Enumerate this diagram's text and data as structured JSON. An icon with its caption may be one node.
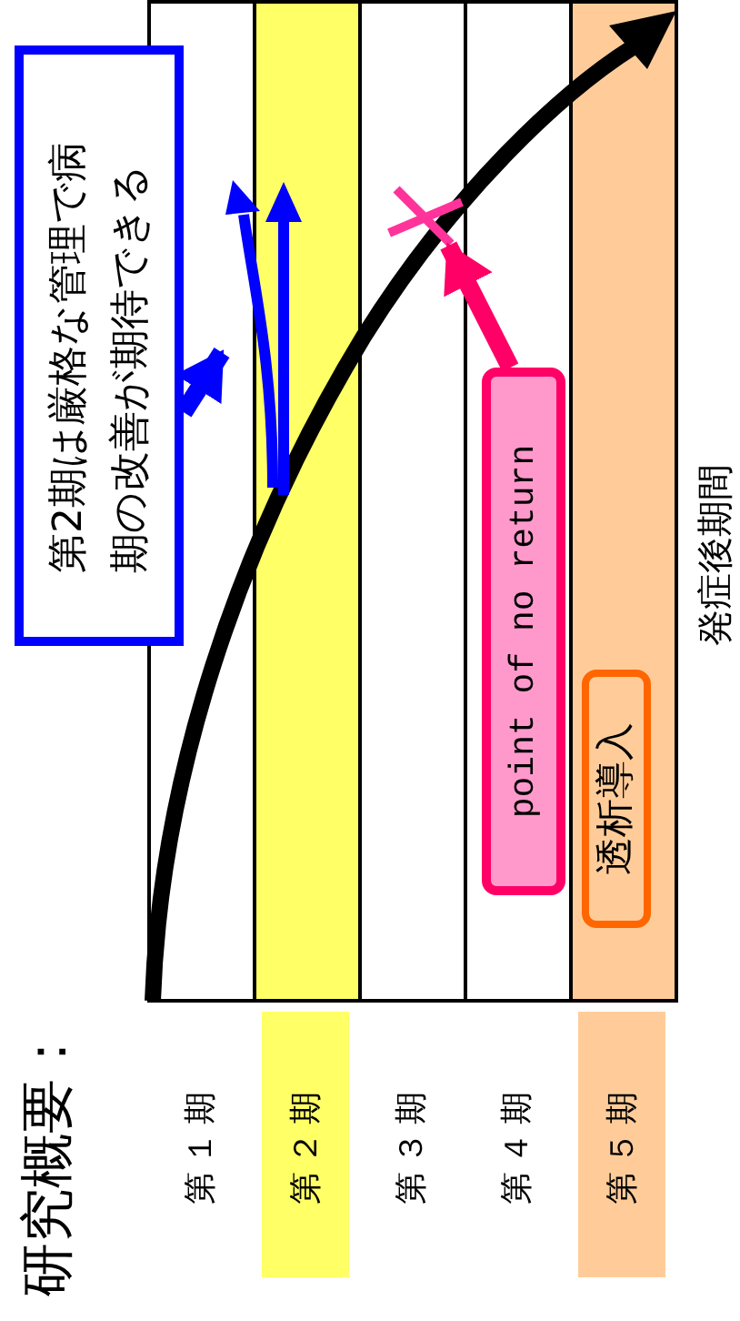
{
  "diagram": {
    "title": "研究概要：",
    "nodes": [
      {
        "text": [
          "第2期は厳格な管理で病期の改善が期待できる"
        ]
      },
      {
        "text": [
          "point of no return"
        ]
      },
      {
        "text": [
          "透析導入"
        ]
      },
      {
        "text": [],
        "shape": "arrow"
      },
      {
        "text": [],
        "shape": "cross"
      }
    ],
    "edges": [
      {
        "from": 0,
        "to": 3,
        "arrow": "to",
        "color": "#0000ff"
      },
      {
        "from": 1,
        "to": 4,
        "arrow": "to",
        "color": "#ff0066"
      }
    ],
    "labels": [
      "第１期",
      "第２期",
      "第３期",
      "第４期",
      "第５期",
      "発症後期間"
    ]
  }
}
